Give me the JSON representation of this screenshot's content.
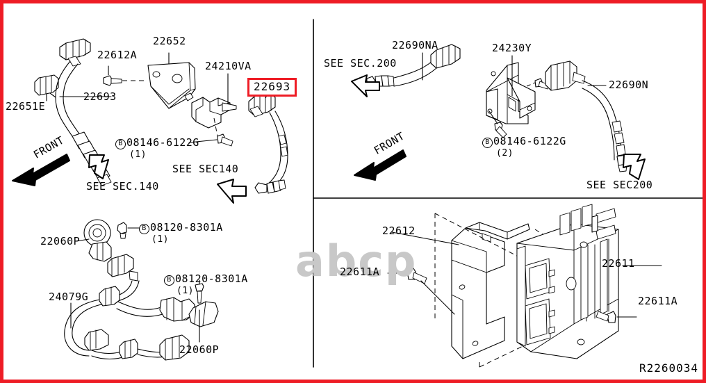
{
  "drawing": {
    "number": "R2260034",
    "watermark": "abcp",
    "highlight_color": "#ee1c25",
    "border_color": "#ee1c25"
  },
  "panels": {
    "top_left": {
      "labels": [
        {
          "key": "p22612a",
          "text": "22612A"
        },
        {
          "key": "p22652",
          "text": "22652"
        },
        {
          "key": "p24210va",
          "text": "24210VA"
        },
        {
          "key": "p22693a",
          "text": "22693"
        },
        {
          "key": "p22651e",
          "text": "22651E"
        },
        {
          "key": "p22693hl",
          "text": "22693"
        }
      ],
      "fasteners": [
        {
          "badge": "B",
          "part": "08146-6122G",
          "qty": "(1)"
        }
      ],
      "notes": [
        {
          "key": "sec140a",
          "text": "SEE SEC.140"
        },
        {
          "key": "sec140b",
          "text": "SEE SEC140"
        }
      ],
      "direction": "FRONT"
    },
    "top_right": {
      "labels": [
        {
          "key": "p22690na",
          "text": "22690NA"
        },
        {
          "key": "p24230y",
          "text": "24230Y"
        },
        {
          "key": "p22690n",
          "text": "22690N"
        }
      ],
      "fasteners": [
        {
          "badge": "B",
          "part": "08146-6122G",
          "qty": "(2)"
        }
      ],
      "notes": [
        {
          "key": "sec200a",
          "text": "SEE SEC.200"
        },
        {
          "key": "sec200b",
          "text": "SEE SEC200"
        }
      ],
      "direction": "FRONT"
    },
    "bottom_left": {
      "labels": [
        {
          "key": "p22060p_top",
          "text": "22060P"
        },
        {
          "key": "p24079g",
          "text": "24079G"
        },
        {
          "key": "p22060p_bot",
          "text": "22060P"
        }
      ],
      "fasteners": [
        {
          "badge": "B",
          "part": "08120-8301A",
          "qty": "(1)"
        },
        {
          "badge": "B",
          "part": "08120-8301A",
          "qty": "(1)"
        }
      ]
    },
    "bottom_right": {
      "labels": [
        {
          "key": "p22612",
          "text": "22612"
        },
        {
          "key": "p22611",
          "text": "22611"
        },
        {
          "key": "p22611a_l",
          "text": "22611A"
        },
        {
          "key": "p22611a_r",
          "text": "22611A"
        }
      ]
    }
  }
}
